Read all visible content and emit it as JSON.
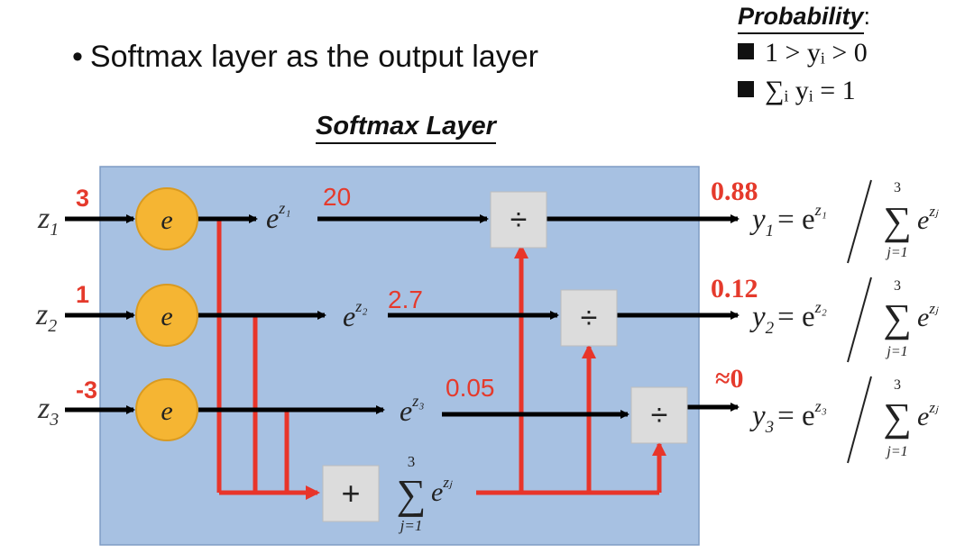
{
  "bullet": "Softmax layer as the output layer",
  "probability": {
    "title": "Probability",
    "colon": ":",
    "rule1": "1 > yᵢ > 0",
    "rule2": "∑ᵢ yᵢ = 1"
  },
  "layer_title": "Softmax Layer",
  "inputs": [
    {
      "label": "z",
      "sub": "1",
      "value": "3"
    },
    {
      "label": "z",
      "sub": "2",
      "value": "1"
    },
    {
      "label": "z",
      "sub": "3",
      "value": "-3"
    }
  ],
  "exp_node_label": "e",
  "exp_outputs": [
    {
      "label": "e",
      "sup": "z₁",
      "value": "20"
    },
    {
      "label": "e",
      "sup": "z₂",
      "value": "2.7"
    },
    {
      "label": "e",
      "sup": "z₃",
      "value": "0.05"
    }
  ],
  "divide_symbol": "÷",
  "sum_node_symbol": "+",
  "sum_expr": {
    "sigma": "∑",
    "upper": "3",
    "lower": "j=1",
    "term": "e",
    "term_sup": "zⱼ"
  },
  "outputs": [
    {
      "label": "y",
      "sub": "1",
      "eq": "= e",
      "num_sup": "z₁",
      "value": "0.88"
    },
    {
      "label": "y",
      "sub": "2",
      "eq": "= e",
      "num_sup": "z₂",
      "value": "0.12"
    },
    {
      "label": "y",
      "sub": "3",
      "eq": "= e",
      "num_sup": "z₃",
      "value": "≈0"
    }
  ],
  "colors": {
    "panel": "#a7c1e2",
    "panel_border": "#7f9cc4",
    "node_fill": "#f5b533",
    "node_border": "#d99a20",
    "op_box": "#dcdcdc",
    "flow_red": "#e8352a",
    "arrow_black": "#000000",
    "value_red": "#e53a2c"
  }
}
